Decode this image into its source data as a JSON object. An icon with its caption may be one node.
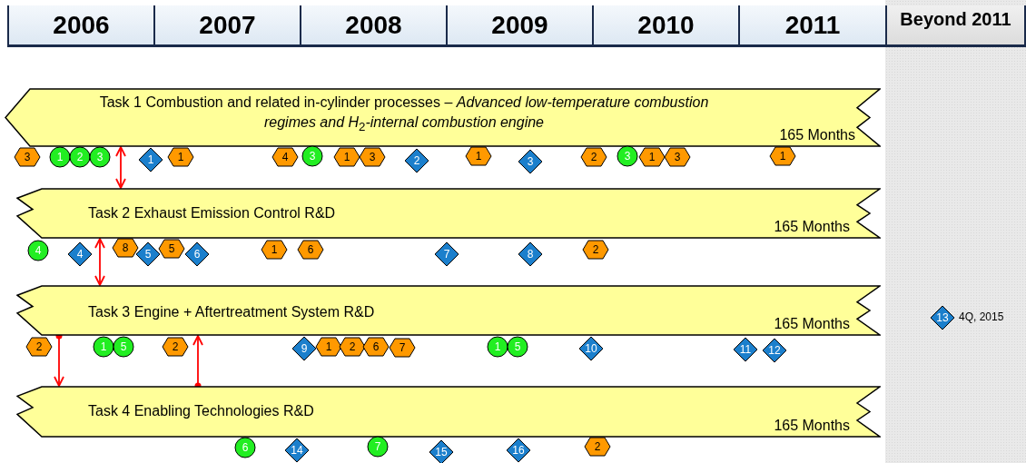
{
  "diagram": {
    "nodes": [
      {
        "text": [
          "Task 1 Combustion and related in-cylinder processes – *Advanced low-temperature combustion regimes and H*$_{2}$*-internal combustion engine*",
          "165 Months"
        ]
      },
      {
        "text": [
          "3"
        ]
      },
      {
        "text": [
          "1"
        ]
      },
      {
        "text": [
          "2"
        ]
      },
      {
        "text": [
          "3"
        ]
      },
      {
        "text": [
          "1"
        ]
      },
      {
        "text": [
          "1"
        ]
      },
      {
        "text": [
          "4"
        ]
      },
      {
        "text": [
          "3"
        ]
      },
      {
        "text": [
          "1"
        ]
      },
      {
        "text": [
          "3"
        ]
      },
      {
        "text": [
          "2"
        ]
      },
      {
        "text": [
          "1"
        ]
      },
      {
        "text": [
          "3"
        ]
      },
      {
        "text": [
          "2"
        ]
      },
      {
        "text": [
          "3"
        ]
      },
      {
        "text": [
          "1"
        ]
      },
      {
        "text": [
          "3"
        ]
      },
      {
        "text": [
          "1"
        ]
      },
      {
        "text": [
          "Task 2 Exhaust Emission Control R&D",
          "165 Months"
        ]
      },
      {
        "text": [
          "4"
        ]
      },
      {
        "text": [
          "4"
        ]
      },
      {
        "text": [
          "8"
        ]
      },
      {
        "text": [
          "5"
        ]
      },
      {
        "text": [
          "5"
        ]
      },
      {
        "text": [
          "6"
        ]
      },
      {
        "text": [
          "1"
        ]
      },
      {
        "text": [
          "6"
        ]
      },
      {
        "text": [
          "7"
        ]
      },
      {
        "text": [
          "8"
        ]
      },
      {
        "text": [
          "2"
        ]
      },
      {
        "text": [
          "Task 3 Engine + Aftertreatment System R&D",
          "165 Months"
        ]
      },
      {
        "text": [
          "2"
        ]
      },
      {
        "text": [
          "1"
        ]
      },
      {
        "text": [
          "5"
        ]
      },
      {
        "text": [
          "2"
        ]
      },
      {
        "text": [
          "9"
        ]
      },
      {
        "text": [
          "1"
        ]
      },
      {
        "text": [
          "2"
        ]
      },
      {
        "text": [
          "6"
        ]
      },
      {
        "text": [
          "7"
        ]
      },
      {
        "text": [
          "1"
        ]
      },
      {
        "text": [
          "5"
        ]
      },
      {
        "text": [
          "10"
        ]
      },
      {
        "text": [
          "11"
        ]
      },
      {
        "text": [
          "12"
        ]
      },
      {
        "text": [
          "13"
        ],
        "beside": [
          "4Q, 2015"
        ]
      },
      {
        "text": [
          "Task 4 Enabling Technologies R&D",
          "165 Months"
        ]
      },
      {
        "text": [
          "6"
        ]
      },
      {
        "text": [
          "14"
        ]
      },
      {
        "text": [
          "7"
        ]
      },
      {
        "text": [
          "15"
        ]
      },
      {
        "text": [
          "16"
        ]
      },
      {
        "text": [
          "2"
        ]
      }
    ],
    "edges": [
      {
        "from": 0,
        "to": 19,
        "arrow": "both"
      },
      {
        "from": 19,
        "to": 31,
        "arrow": "both"
      },
      {
        "from": 31,
        "to": 47,
        "arrow": "to"
      },
      {
        "from": 47,
        "to": 31,
        "arrow": "to"
      }
    ],
    "labels": [
      "2006",
      "2007",
      "2008",
      "2009",
      "2010",
      "2011",
      "Beyond 2011"
    ]
  }
}
